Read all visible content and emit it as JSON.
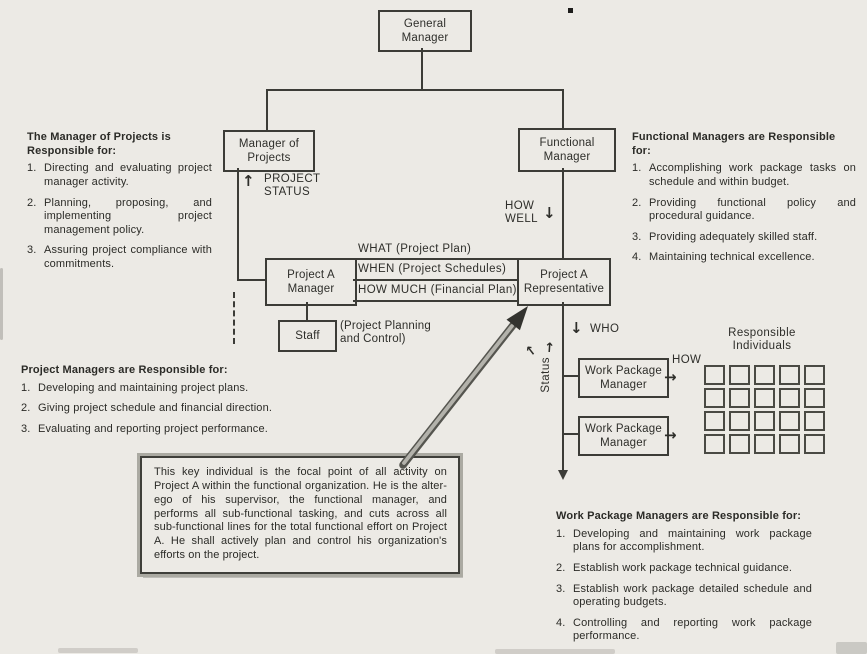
{
  "colors": {
    "paper": "#eceae5",
    "ink": "#2e2e2a",
    "line": "#3c3c37",
    "callout_shadow": "#abaaa2",
    "arrow_shaft": "#b3b2ab"
  },
  "org": {
    "general_manager": "General Manager",
    "manager_of_projects": "Manager of Projects",
    "functional_manager": "Functional Manager",
    "project_a_manager": "Project A Manager",
    "project_a_representative": "Project A Representative",
    "staff": "Staff",
    "work_package_manager_top": "Work Package Manager",
    "work_package_manager_bottom": "Work Package Manager"
  },
  "flow": {
    "project_status": "PROJECT STATUS",
    "how_well": "HOW WELL",
    "what": "WHAT (Project Plan)",
    "when": "WHEN (Project Schedules)",
    "how_much": "HOW MUCH (Financial Plan)",
    "staff_note": "(Project Planning and Control)",
    "who": "WHO",
    "how": "HOW",
    "status": "Status",
    "responsible_individuals": "Responsible Individuals"
  },
  "icons": {
    "up_arrow": "↑",
    "down_arrow": "↓",
    "right_arrow": "→"
  },
  "blocks": {
    "manager_of_projects": {
      "heading": "The Manager of Projects is Responsible for:",
      "items": [
        {
          "num": "1.",
          "text": "Directing and evaluating project manager activity."
        },
        {
          "num": "2.",
          "text": "Planning, proposing, and implementing project management policy."
        },
        {
          "num": "3.",
          "text": "Assuring project compliance with commitments."
        }
      ]
    },
    "functional_managers": {
      "heading": "Functional Managers are Responsible for:",
      "items": [
        {
          "num": "1.",
          "text": "Accomplishing work package tasks on schedule and within budget."
        },
        {
          "num": "2.",
          "text": "Providing functional policy and procedural guidance."
        },
        {
          "num": "3.",
          "text": "Providing adequately skilled staff."
        },
        {
          "num": "4.",
          "text": "Maintaining technical excellence."
        }
      ]
    },
    "project_managers": {
      "heading": "Project Managers are Responsible for:",
      "items": [
        {
          "num": "1.",
          "text": "Developing and maintaining project plans."
        },
        {
          "num": "2.",
          "text": "Giving project schedule and financial direction."
        },
        {
          "num": "3.",
          "text": "Evaluating and reporting project performance."
        }
      ]
    },
    "work_package_managers": {
      "heading": "Work Package Managers are Responsible for:",
      "items": [
        {
          "num": "1.",
          "text": "Developing and maintaining work package plans for accomplishment."
        },
        {
          "num": "2.",
          "text": "Establish work package technical guidance."
        },
        {
          "num": "3.",
          "text": "Establish work package detailed schedule and operating budgets."
        },
        {
          "num": "4.",
          "text": "Controlling and reporting work package performance."
        }
      ]
    }
  },
  "callout": {
    "text": "This key individual is the focal point of all activity on Project A within the functional organization. He is the alter-ego of his supervisor, the functional manager, and performs all sub-functional tasking, and cuts across all sub-functional lines for the total functional effort on Project A. He shall actively plan and control his organization's efforts on the project."
  },
  "grid": {
    "rows": 4,
    "cols": 5
  }
}
